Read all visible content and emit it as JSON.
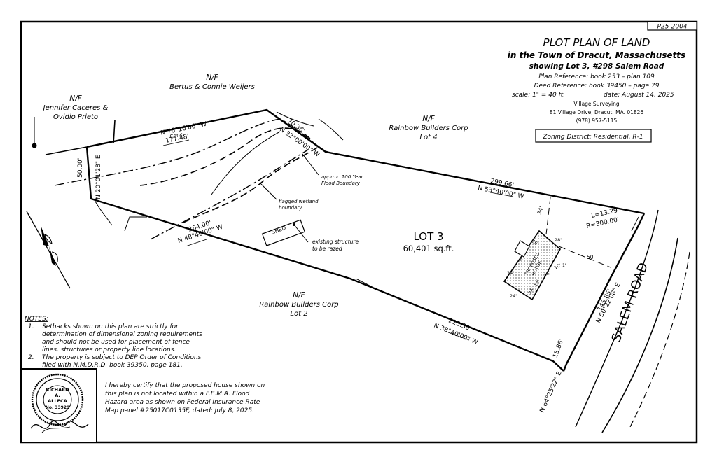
{
  "sheet": {
    "number": "P25-2004"
  },
  "title_block": {
    "title": "PLOT  PLAN  OF  LAND",
    "line1": "in the Town of Dracut, Massachusetts",
    "line2": "showing Lot 3, #298 Salem Road",
    "plan_ref": "Plan Reference: book 253 – plan 109",
    "deed_ref": "Deed Reference: book 39450 – page 79",
    "scale": "scale: 1\" = 40 ft.",
    "date": "date: August 14, 2025",
    "company": "Village Surveying",
    "address": "81 Village Drive, Dracut, MA.  01826",
    "phone": "(978) 957-5115",
    "zoning": "Zoning District: Residential, R-1"
  },
  "abutters": {
    "nf": "N/F",
    "west_name1": "Jennifer Caceres &",
    "west_name2": "Ovidio Prieto",
    "north_name": "Bertus & Connie Weijers",
    "east_name": "Rainbow Builders Corp",
    "east_lot": "Lot 4",
    "south_name": "Rainbow Builders Corp",
    "south_lot": "Lot 2"
  },
  "lot": {
    "name": "LOT 3",
    "area": "60,401 sq.ft.",
    "shed": "SHED",
    "existing1": "existing structure",
    "existing2": "to be razed",
    "proposed1": "PROPOSED",
    "proposed2": "HOUSE"
  },
  "bounds": {
    "b1_bearing": "N  76°16'06\" W",
    "b1_dist": "177.48'",
    "b1_note": "Conc.",
    "b2_dist": "70.38'",
    "b2_bearing": "N  32°00'00\" W",
    "b3_dist": "299.66'",
    "b3_bearing": "N  53°40'00\" W",
    "curve_l": "L=13.29'",
    "curve_r": "R=300.00'",
    "b4_dist": "145.85'",
    "b4_bearing": "N  50°22'08\" E",
    "b5_dist": "15.86'",
    "b5_bearing": "N  64°25'22\" E",
    "b6_dist": "213.30'",
    "b6_bearing": "N  38°40'00\" W",
    "b7_dist": "264.00'",
    "b7_bearing": "N  48°40'00\" W",
    "b8_dist": "50.00'",
    "b8_bearing": "N  20°01'28\" E"
  },
  "setbacks": {
    "front": "50'",
    "side": "34'",
    "rear": "28'"
  },
  "house_dims": {
    "d1": "36'",
    "d2": "28'",
    "d3": "24'",
    "d4": "24'",
    "d5": "14'",
    "d6": "10'",
    "d7": "14'",
    "d8": "24'",
    "d9": "4'",
    "d10": "1'"
  },
  "flood": {
    "line1": "approx. 100 Year",
    "line2": "Flood Boundary"
  },
  "wetland": {
    "line1": "flagged wetland",
    "line2": "boundary"
  },
  "road": {
    "name": "SALEM  ROAD"
  },
  "notes": {
    "heading": "NOTES:",
    "n1_num": "1.",
    "n1_l1": "Setbacks shown on this plan are strictly for",
    "n1_l2": "determination of dimensional zoning requirements",
    "n1_l3": "and should not be used for placement of fence",
    "n1_l4": "lines, structures or property line locations.",
    "n2_num": "2.",
    "n2_l1": "The property is subject to DEP Order of Conditions",
    "n2_l2": "filed with N.M.D.R.D. book 39350, page 181."
  },
  "seal": {
    "name1": "RICHARD",
    "name2": "A.",
    "name3": "ALLECA",
    "number": "No. 33929"
  },
  "cert": {
    "l1": "I hereby certify that the proposed house shown on",
    "l2": "this plan is not located within a F.E.M.A. Flood",
    "l3": "Hazard area as shown on Federal Insurance Rate",
    "l4": "Map panel #25017C0135F, dated: July 8, 2025."
  }
}
